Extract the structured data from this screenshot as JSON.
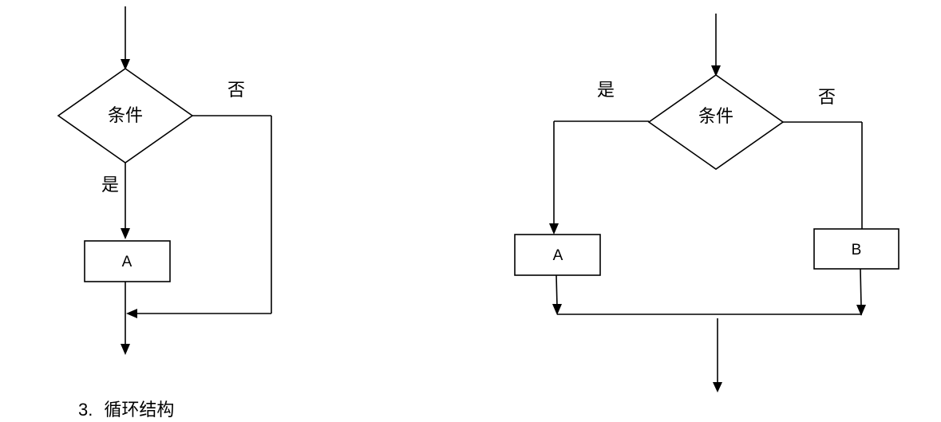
{
  "left_diagram": {
    "condition_label": "条件",
    "yes_label": "是",
    "no_label": "否",
    "box_label": "A"
  },
  "right_diagram": {
    "condition_label": "条件",
    "yes_label": "是",
    "no_label": "否",
    "box_a_label": "A",
    "box_b_label": "B"
  },
  "section_heading": {
    "number": "3.",
    "title": "循环结构"
  }
}
